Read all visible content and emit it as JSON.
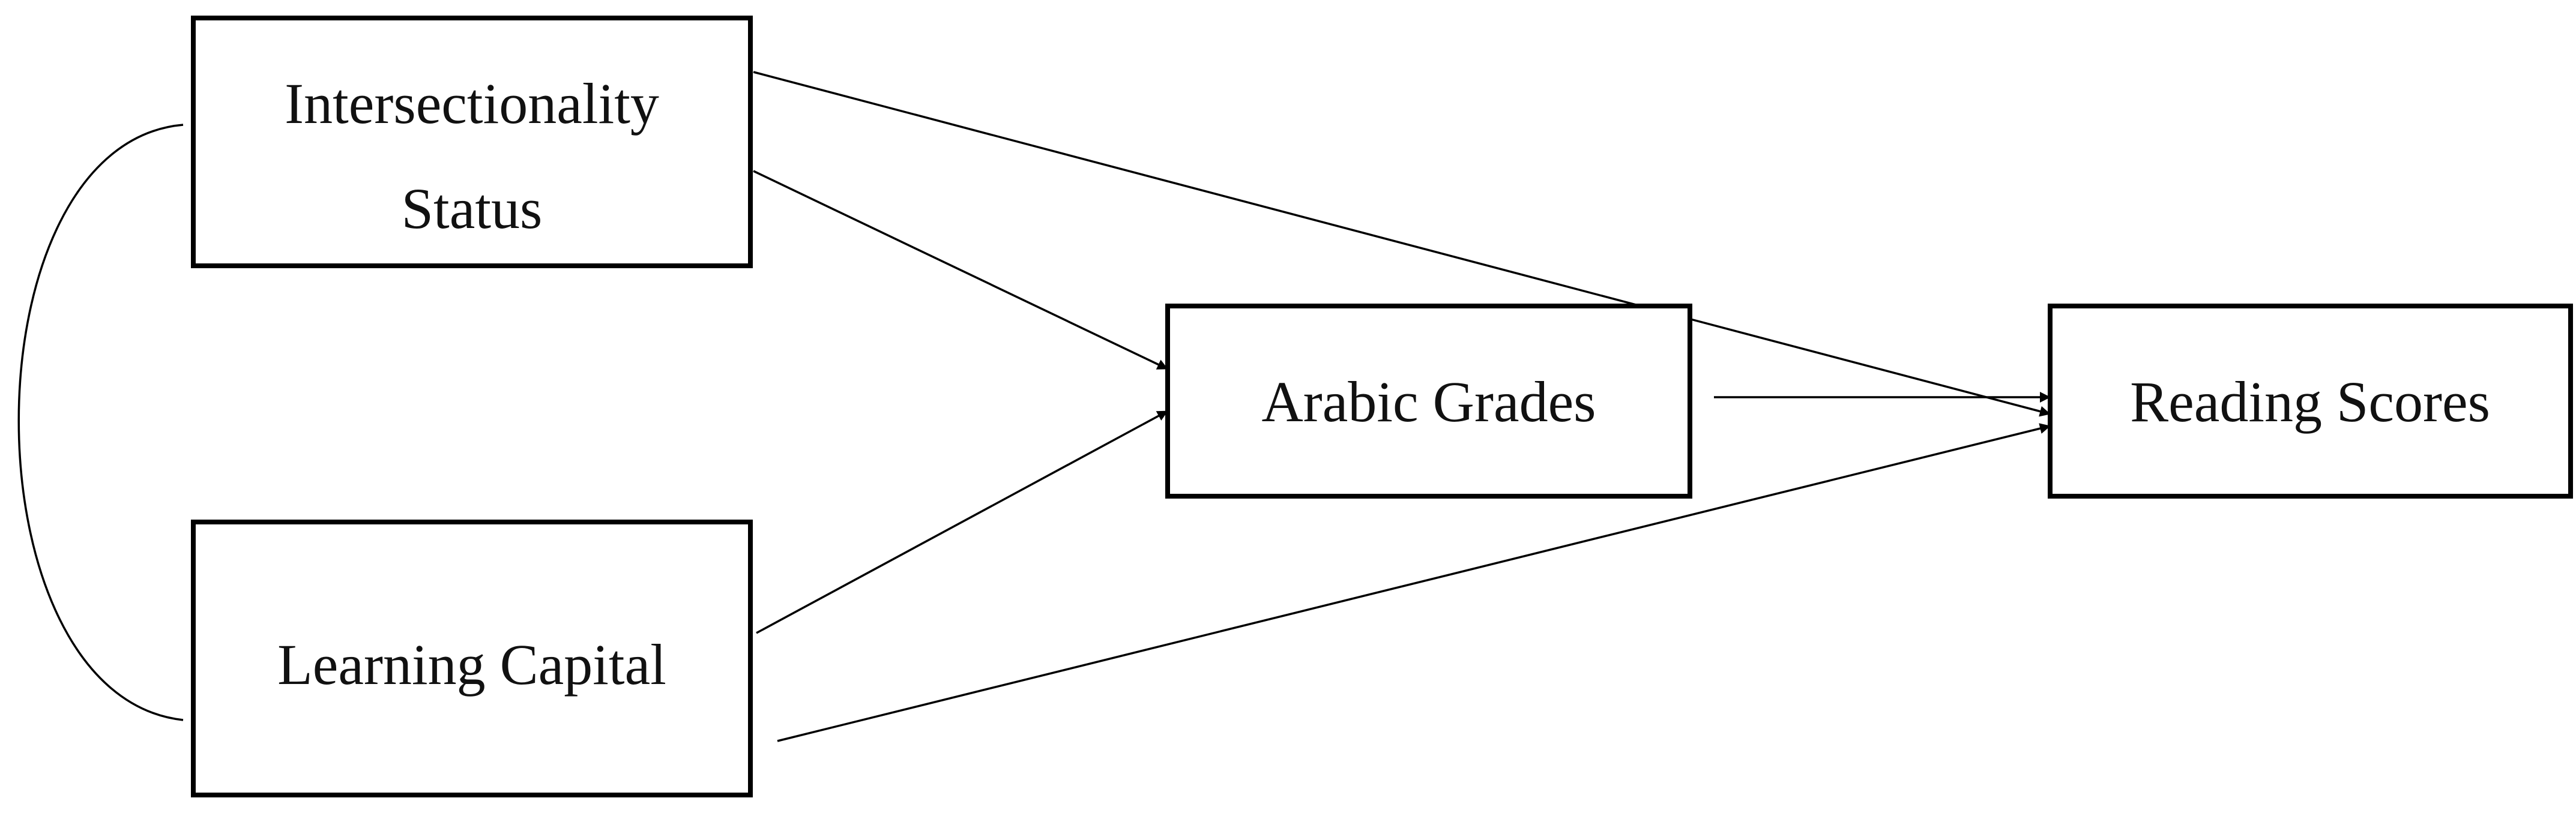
{
  "diagram": {
    "nodes": {
      "intersectionality": {
        "line1": "Intersectionality",
        "line2": "Status"
      },
      "learning_capital": {
        "label": "Learning Capital"
      },
      "arabic_grades": {
        "label": "Arabic Grades"
      },
      "reading_scores": {
        "label": "Reading Scores"
      }
    },
    "edges": [
      {
        "from": "Intersectionality Status",
        "to": "Arabic Grades",
        "type": "directed"
      },
      {
        "from": "Intersectionality Status",
        "to": "Reading Scores",
        "type": "directed"
      },
      {
        "from": "Learning Capital",
        "to": "Arabic Grades",
        "type": "directed"
      },
      {
        "from": "Learning Capital",
        "to": "Reading Scores",
        "type": "directed"
      },
      {
        "from": "Arabic Grades",
        "to": "Reading Scores",
        "type": "directed"
      },
      {
        "from": "Intersectionality Status",
        "to": "Learning Capital",
        "type": "correlation"
      }
    ]
  }
}
